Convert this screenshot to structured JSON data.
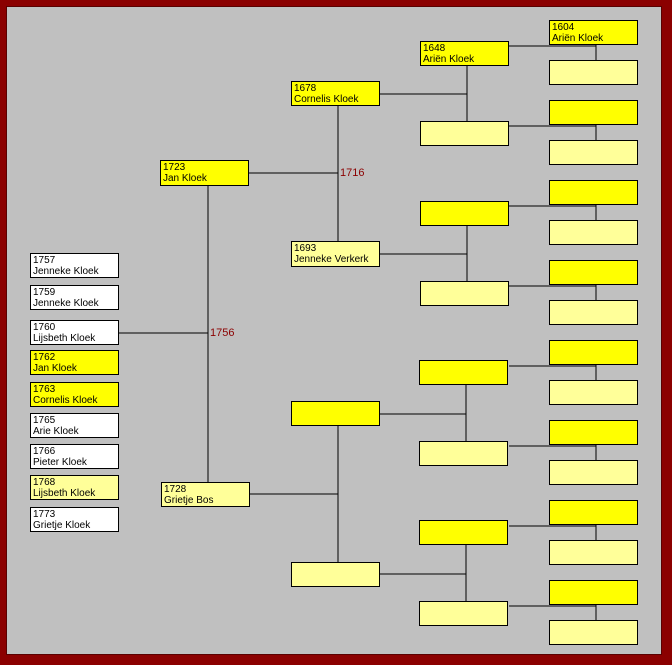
{
  "people": {
    "g1_father": {
      "year": "1723",
      "name": "Jan Kloek"
    },
    "g1_mother": {
      "year": "1728",
      "name": "Grietje Bos"
    },
    "g2_ff": {
      "year": "1678",
      "name": "Cornelis Kloek"
    },
    "g2_fm": {
      "year": "1693",
      "name": "Jenneke Verkerk"
    },
    "g3_fff": {
      "year": "1648",
      "name": "Ariën Kloek"
    },
    "g4_ffff": {
      "year": "1604",
      "name": "Ariën Kloek"
    }
  },
  "marriages": {
    "parents": "1756",
    "grandparents": "1716"
  },
  "children": [
    {
      "year": "1757",
      "name": "Jenneke Kloek",
      "style": "white"
    },
    {
      "year": "1759",
      "name": "Jenneke Kloek",
      "style": "white"
    },
    {
      "year": "1760",
      "name": "Lijsbeth Kloek",
      "style": "white"
    },
    {
      "year": "1762",
      "name": "Jan Kloek",
      "style": "yellow"
    },
    {
      "year": "1763",
      "name": "Cornelis Kloek",
      "style": "yellow"
    },
    {
      "year": "1765",
      "name": "Arie Kloek",
      "style": "white"
    },
    {
      "year": "1766",
      "name": "Pieter Kloek",
      "style": "white"
    },
    {
      "year": "1768",
      "name": "Lijsbeth Kloek",
      "style": "pale"
    },
    {
      "year": "1773",
      "name": "Grietje Kloek",
      "style": "white"
    }
  ],
  "colors": {
    "male": "#ffff00",
    "female": "#ffff99",
    "child": "#ffffff",
    "frame": "#8b0000",
    "background": "#c0c0c0",
    "marriage_year": "#8b0000"
  }
}
